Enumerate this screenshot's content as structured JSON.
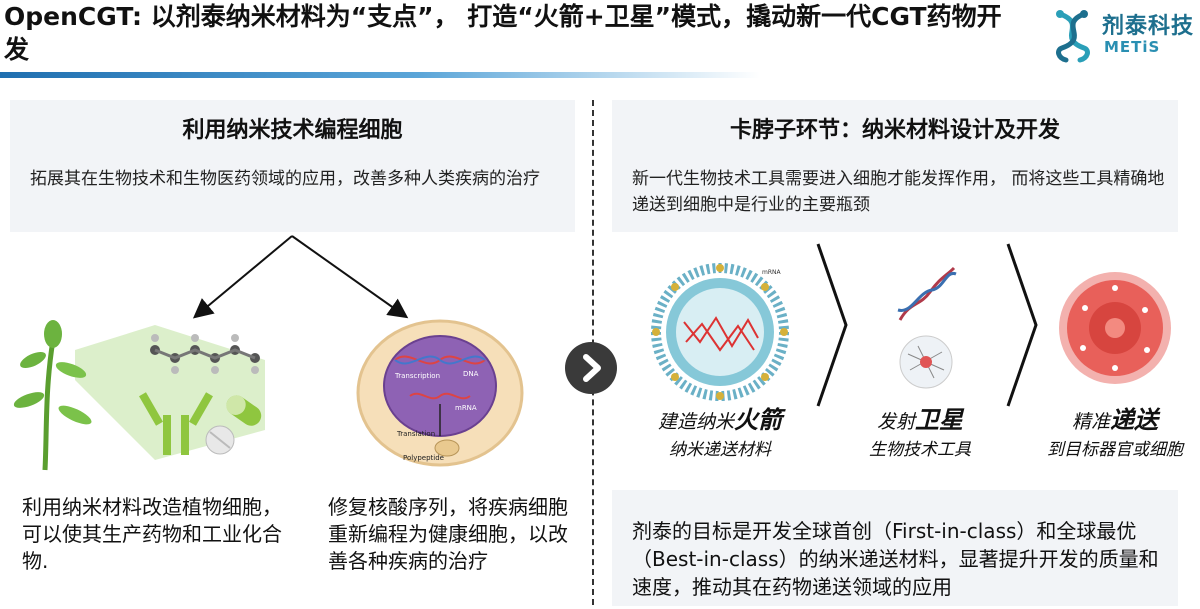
{
  "header": {
    "title": "OpenCGT: 以剂泰纳米材料为“支点”，  打造“火箭+卫星”模式，撬动新一代CGT药物开发",
    "logo_cn": "剂泰科技",
    "logo_en": "METiS"
  },
  "left": {
    "title": "利用纳米技术编程细胞",
    "subtitle": "拓展其在生物技术和生物医药领域的应用，改善多种人类疾病的治疗",
    "caption_left": "利用纳米材料改造植物细胞，可以使其生产药物和工业化合物.",
    "caption_right": "修复核酸序列，将疾病细胞重新编程为健康细胞，以改善各种疾病的治疗",
    "cell_labels": {
      "transcription": "Transcription",
      "dna": "DNA",
      "mrna": "mRNA",
      "translation": "Translation",
      "polypeptide": "Polypeptide"
    }
  },
  "right": {
    "title": "卡脖子环节：纳米材料设计及开发",
    "subtitle": "新一代生物技术工具需要进入细胞才能发挥作用， 而将这些工具精确地递送到细胞中是行业的主要瓶颈",
    "nano_label": "mRNA",
    "steps": [
      {
        "prefix": "建造纳米",
        "emphasis": "火箭",
        "sub": "纳米递送材料"
      },
      {
        "prefix": "发射",
        "emphasis": "卫星",
        "sub": "生物技术工具"
      },
      {
        "prefix": "精准",
        "emphasis": "递送",
        "sub": "到目标器官或细胞"
      }
    ],
    "goal": "剂泰的目标是开发全球首创（First-in-class）和全球最优（Best-in-class）的纳米递送材料，显著提升开发的质量和速度，推动其在药物递送领域的应用"
  },
  "colors": {
    "accent_blue": "#1f6fb0",
    "panel_bg": "#f2f4f7",
    "logo_teal": "#1d6f8e"
  },
  "icons": [
    "next-arrow-icon",
    "metis-logo-icon",
    "plant-icon",
    "antibody-icon",
    "capsule-icon",
    "pill-icon",
    "nanoparticle-icon",
    "mrna-strand-icon",
    "target-cell-icon"
  ]
}
